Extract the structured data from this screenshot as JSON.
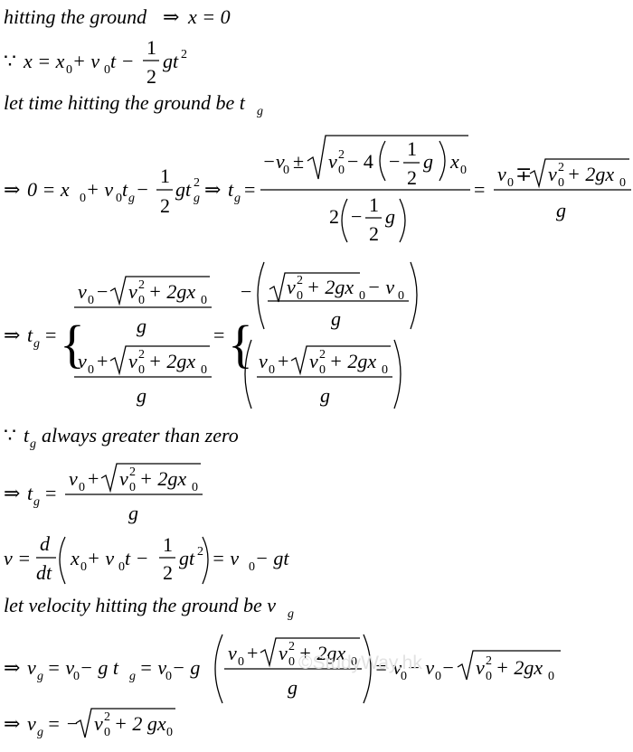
{
  "line1": {
    "text": "hitting the ground",
    "arrow": "⇒",
    "eq": "x = 0"
  },
  "line2": {
    "because": "∵",
    "lhs": "x = x",
    "sub0": "0",
    "mid": " + v",
    "sub0b": "0",
    "t": "t −",
    "frac_num": "1",
    "frac_den": "2",
    "g": "gt",
    "sup": "2"
  },
  "line3": {
    "text": "let time hitting the ground be t",
    "sub": "g"
  },
  "line4": {
    "arrow": "⇒",
    "lhs_a": "0 = x",
    "lhs_b": " + v",
    "lhs_c": "t",
    "lhs_d": " −",
    "half_num": "1",
    "half_den": "2",
    "gt": "gt",
    "gsub": "g",
    "sup2": "2",
    "arrow2": "⇒",
    "tg": "t",
    "tgsub": "g",
    "eq": "=",
    "num_a": "−v",
    "num_b": "±",
    "num_c": "v",
    "num_d": "− 4",
    "minus": "−",
    "g": "g",
    "x": "x",
    "den_a": "2",
    "res_a": "v",
    "res_b": "∓",
    "res_c": "v",
    "res_d": "+ 2gx",
    "res_den": "g",
    "zero": "0",
    "two": "2"
  },
  "line5": {
    "arrow": "⇒",
    "tg": "t",
    "sub": "g",
    "eq": "=",
    "c1_num": "v",
    "c1_minus": "−",
    "c1_rad": "+ 2gx",
    "c1_den": "g",
    "c2_num": "v",
    "c2_plus": "+",
    "c2_rad": "+ 2gx",
    "c2_den": "g",
    "r1_minus": "−",
    "r1_rad": "+ 2gx",
    "r1_end": "− v",
    "r1_den": "g",
    "r2_num": "v",
    "r2_plus": "+",
    "r2_rad": "+ 2gx",
    "r2_den": "g",
    "zero": "0",
    "two": "2",
    "v": "v"
  },
  "line6": {
    "because": "∵",
    "tg": "t",
    "sub": "g",
    "text": "always greater than zero"
  },
  "line7": {
    "arrow": "⇒",
    "tg": "t",
    "sub": "g",
    "eq": "=",
    "num_v": "v",
    "plus": "+",
    "rad": "+ 2gx",
    "den": "g",
    "zero": "0",
    "two": "2"
  },
  "line8": {
    "v": "v =",
    "d": "d",
    "dt": "dt",
    "x": "x",
    "plus_v": " + v",
    "t": "t −",
    "one": "1",
    "two": "2",
    "gt": "gt",
    "sup": "2",
    "eq": "= v",
    "end": " − gt",
    "zero": "0"
  },
  "line9": {
    "text": "let velocity hitting the ground be v",
    "sub": "g"
  },
  "line10": {
    "arrow": "⇒",
    "v": "v",
    "sub": "g",
    "eq1": "= v",
    "mid1": " − g t",
    "eq2": "= v",
    "mid2": " − g",
    "num_v": "v",
    "plus": "+",
    "rad": "+ 2gx",
    "den": "g",
    "eq3": "= v",
    "mid3": " − v",
    "mid4": " −",
    "rad2": "+ 2gx",
    "zero": "0",
    "two": "2"
  },
  "line11": {
    "arrow": "⇒",
    "v": "v",
    "sub": "g",
    "eq": "= −",
    "rad": "+ 2 gx",
    "zero": "0",
    "two": "2",
    "vv": "v"
  },
  "watermark": "©StudyWay.hk"
}
